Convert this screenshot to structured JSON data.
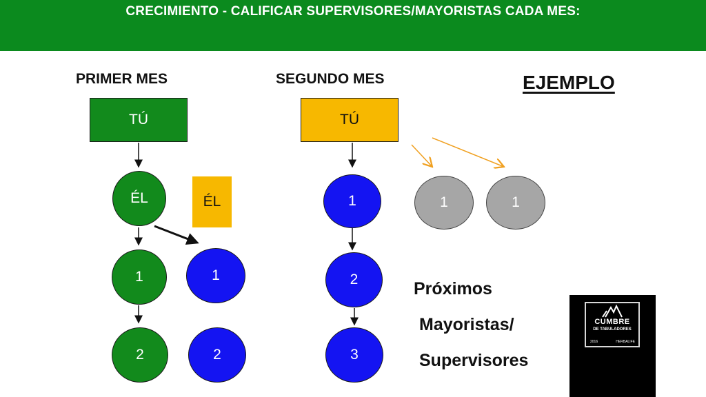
{
  "banner": {
    "title": "CRECIMIENTO - CALIFICAR SUPERVISORES/MAYORISTAS CADA MES:",
    "color": "#0b8a1e"
  },
  "headings": {
    "first_month": "PRIMER MES",
    "second_month": "SEGUNDO MES",
    "example": "EJEMPLO"
  },
  "first_month": {
    "you_box": "TÚ",
    "he_node": "ÉL",
    "he_box": "ÉL",
    "left_nodes": [
      "1",
      "2"
    ],
    "right_nodes": [
      "1",
      "2"
    ]
  },
  "second_month": {
    "you_box": "TÚ",
    "chain_nodes": [
      "1",
      "2",
      "3"
    ],
    "gray_nodes": [
      "1",
      "1"
    ]
  },
  "next_label": {
    "line1": "Próximos",
    "line2": "Mayoristas/",
    "line3": "Supervisores"
  },
  "logo": {
    "line1": "CUMBRE",
    "line2": "DE TABULADORES",
    "year": "2016",
    "org": "HERBALIFE"
  },
  "colors": {
    "green": "#128a1c",
    "blue": "#1414f2",
    "gray": "#a6a6a6",
    "yellow": "#f7b800",
    "orange_arrow": "#f0a020"
  }
}
